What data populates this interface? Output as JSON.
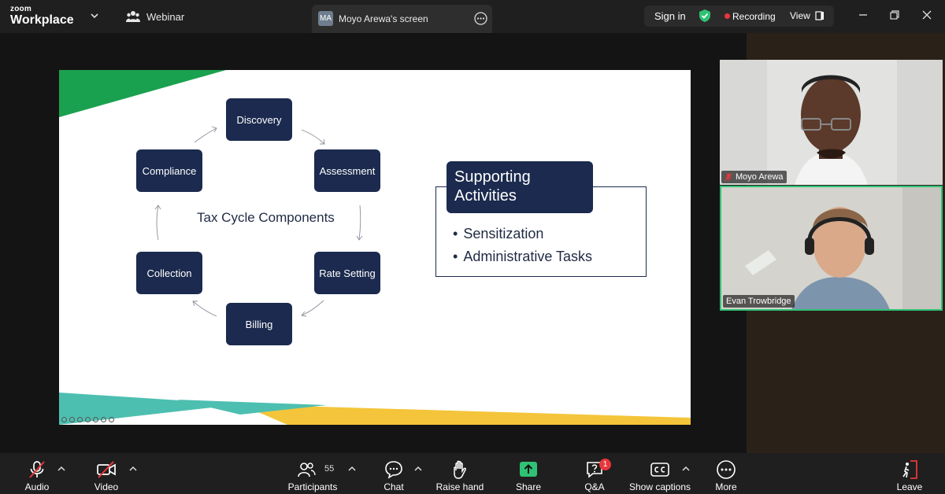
{
  "titlebar": {
    "brand_top": "zoom",
    "brand_bottom": "Workplace",
    "meeting_type": "Webinar",
    "shared_screen_avatar": "MA",
    "shared_screen_label": "Moyo Arewa's screen",
    "sign_in": "Sign in",
    "recording": "Recording",
    "view": "View"
  },
  "slide": {
    "center_title": "Tax Cycle Components",
    "cycle": {
      "discovery": "Discovery",
      "assessment": "Assessment",
      "rate_setting": "Rate Setting",
      "billing": "Billing",
      "collection": "Collection",
      "compliance": "Compliance"
    },
    "supporting": {
      "title_line1": "Supporting",
      "title_line2": "Activities",
      "items": [
        "Sensitization",
        "Administrative Tasks"
      ]
    },
    "colors": {
      "box": "#1b2a4e",
      "green": "#1aa14f",
      "teal": "#4dbfb0",
      "yellow": "#f4c53a"
    }
  },
  "participants_video": [
    {
      "name": "Moyo Arewa",
      "muted": true
    },
    {
      "name": "Evan Trowbridge",
      "muted": false,
      "speaking": true
    }
  ],
  "toolbar": {
    "audio": "Audio",
    "video": "Video",
    "participants": "Participants",
    "participants_count": "55",
    "chat": "Chat",
    "raise_hand": "Raise hand",
    "share": "Share",
    "qa": "Q&A",
    "qa_badge": "1",
    "captions": "Show captions",
    "more": "More",
    "leave": "Leave",
    "colors": {
      "share": "#2fc274",
      "danger": "#e8373c"
    }
  }
}
